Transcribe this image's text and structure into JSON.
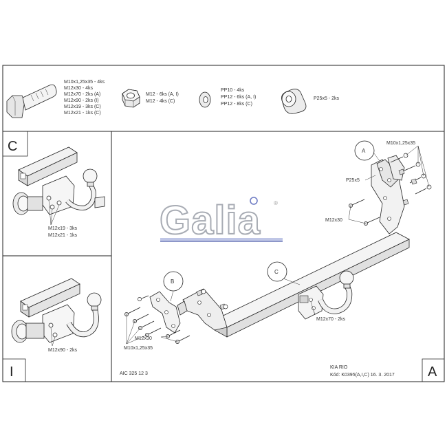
{
  "hardware": {
    "bolt": [
      "M10x1,25x35 - 4ks",
      "M12x30 - 4ks",
      "M12x70 - 2ks (A)",
      "M12x90 - 2ks (I)",
      "M12x19 - 3ks (C)",
      "M12x21 - 1ks (C)"
    ],
    "nut": [
      "M12 - 6ks (A, I)",
      "M12 - 4ks (C)"
    ],
    "washer": [
      "PP10 - 4ks",
      "PP12 - 6ks (A, I)",
      "PP12 - 8ks (C)"
    ],
    "plate": [
      "P25x5 - 2ks"
    ]
  },
  "panel_c": {
    "letter": "C",
    "labels": [
      "M12x19 - 3ks",
      "M12x21 - 1ks"
    ]
  },
  "panel_i": {
    "letter": "I",
    "label": "M12x90 - 2ks"
  },
  "main": {
    "letter": "A",
    "logo": "Galia",
    "logo_mark": "®",
    "callouts": {
      "a": "A",
      "b": "B",
      "c": "C"
    },
    "labels": {
      "m10_top": "M10x1,25x35",
      "p25": "P25x5",
      "m12x30_right": "M12x30",
      "m12x70": "M12x70 - 2ks",
      "m12x30_left": "M12x30",
      "m10_left": "M10x1,25x35"
    },
    "code": "AIC 325 12 3",
    "vehicle": "KIA RIO",
    "kod": "Kód: K0395(A,I,C)  16. 3. 2017"
  }
}
